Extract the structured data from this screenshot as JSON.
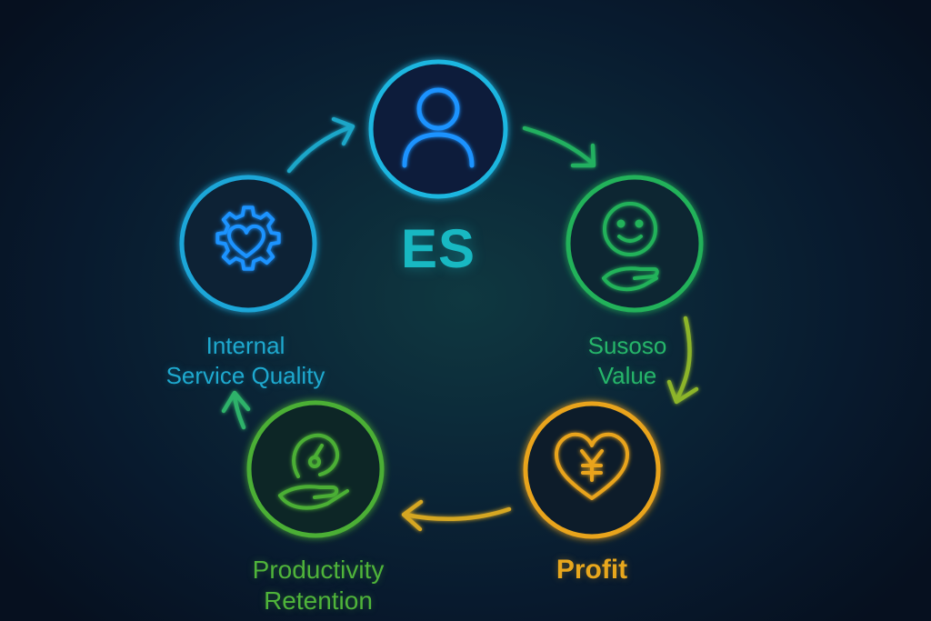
{
  "diagram": {
    "center_label": "ES",
    "nodes": [
      {
        "id": "es",
        "icon": "person-icon",
        "color": "#1fb6e0",
        "lines": []
      },
      {
        "id": "value",
        "icon": "smiley-hand-icon",
        "color": "#23b25a",
        "lines": [
          "Susoso",
          "Value"
        ]
      },
      {
        "id": "profit",
        "icon": "heart-yen-icon",
        "color": "#e9a41e",
        "lines": [
          "Profit"
        ]
      },
      {
        "id": "productivity",
        "icon": "hand-leaf-icon",
        "color": "#4caf34",
        "lines": [
          "Productivity",
          "Retention"
        ]
      },
      {
        "id": "internal",
        "icon": "gear-heart-icon",
        "color": "#1ea6d8",
        "lines": [
          "Internal",
          "Service Quality"
        ]
      }
    ],
    "arrows": [
      {
        "from": "internal",
        "to": "es",
        "color": "#1aa6c8"
      },
      {
        "from": "es",
        "to": "value",
        "color": "#22b060"
      },
      {
        "from": "value",
        "to": "profit",
        "color": "#8db52a"
      },
      {
        "from": "profit",
        "to": "productivity",
        "color": "#d6a722"
      },
      {
        "from": "productivity",
        "to": "internal",
        "color": "#2fb26a"
      }
    ]
  }
}
